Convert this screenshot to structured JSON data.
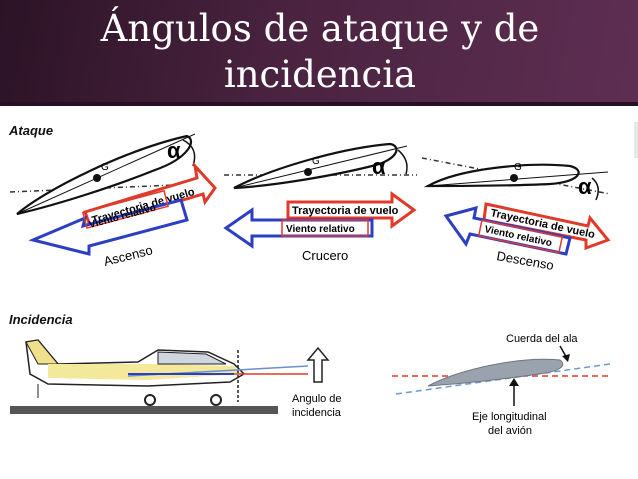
{
  "slide": {
    "title_line1": "Ángulos de ataque y de",
    "title_line2": "incidencia",
    "label_attack": "Ataque",
    "label_incidence": "Incidencia"
  },
  "attack_panels": [
    {
      "trajectory": "Trayectoria de vuelo",
      "wind": "Viento relativo",
      "phase": "Ascenso",
      "cg": "G",
      "angle": "α"
    },
    {
      "trajectory": "Trayectoria de vuelo",
      "wind": "Viento relativo",
      "phase": "Crucero",
      "cg": "G",
      "angle": "α"
    },
    {
      "trajectory": "Trayectoria de vuelo",
      "wind": "Viento relativo",
      "phase": "Descenso",
      "cg": "G",
      "angle": "α"
    }
  ],
  "incidence_left": {
    "line1": "Angulo de",
    "line2": "incidencia"
  },
  "incidence_right": {
    "chord": "Cuerda del ala",
    "axis_line1": "Eje longitudinal",
    "axis_line2": "del avión"
  },
  "colors": {
    "header": "#4a2340",
    "arrow_red": "#e03a2a",
    "arrow_blue": "#2c3fc4",
    "airfoil": "#9aa3ad"
  }
}
